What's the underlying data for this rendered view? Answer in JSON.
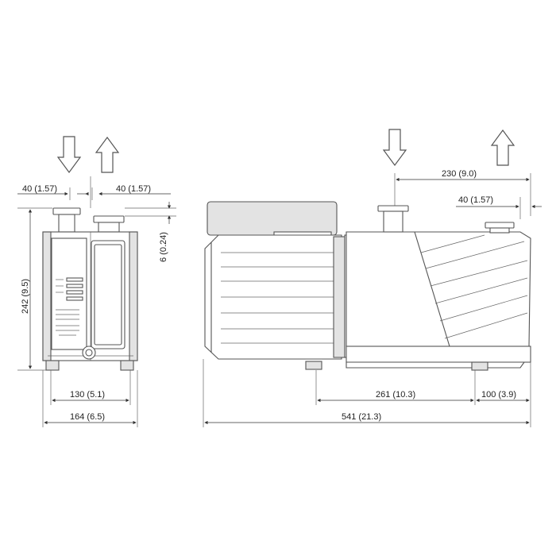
{
  "labels": {
    "front_inlet_offset": "40 (1.57)",
    "front_outlet_offset": "40 (1.57)",
    "height": "242 (9.5)",
    "port_height": "6 (0.24)",
    "foot_spacing": "130 (5.1)",
    "width": "164 (6.5)",
    "side_port_spacing": "230 (9.0)",
    "side_outlet_offset": "40 (1.57)",
    "foot_length": "261 (10.3)",
    "rear_offset": "100 (3.9)",
    "length": "541 (21.3)"
  },
  "icons": {
    "front_inlet_arrow": "down-arrow-icon",
    "front_outlet_arrow": "up-arrow-icon",
    "side_inlet_arrow": "down-arrow-icon",
    "side_outlet_arrow": "up-arrow-icon"
  },
  "colors": {
    "line": "#555555",
    "shade": "#e3e3e3",
    "text": "#222222"
  }
}
